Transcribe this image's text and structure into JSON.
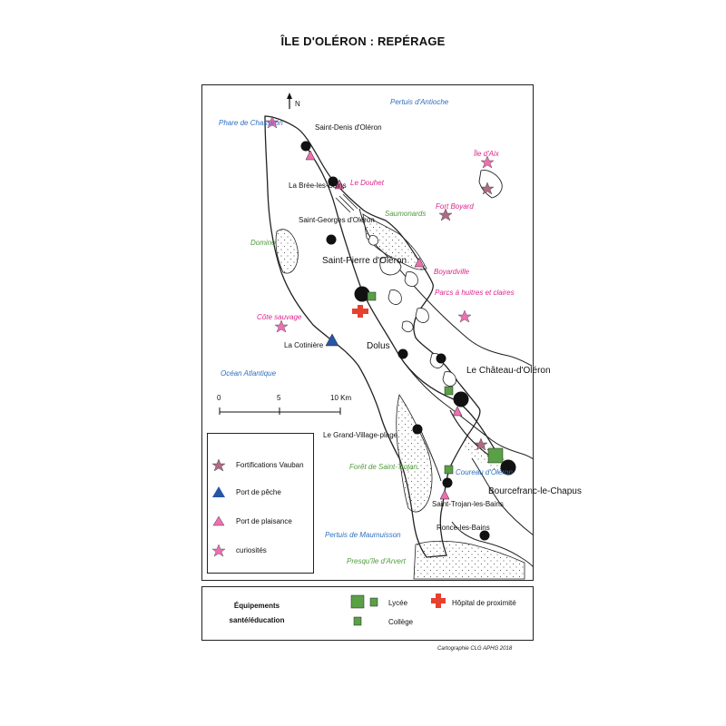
{
  "title": "ÎLE D'OLÉRON : REPÉRAGE",
  "north": "N",
  "scale": {
    "ticks": [
      "0",
      "5",
      "10 Km"
    ]
  },
  "places": {
    "saint_denis": "Saint-Denis d'Oléron",
    "la_bree": "La Brée-les-Bains",
    "saint_georges": "Saint-Georges d'Oléron",
    "saint_pierre": "Saint-Pierre d'Oléron",
    "la_cotiniere": "La Cotinière",
    "dolus": "Dolus",
    "chateau": "Le Château-d'Oléron",
    "grand_village": "Le Grand-Village-plage",
    "saint_trojan": "Saint-Trojan-les-Bains",
    "ronce": "Ronce-les-Bains",
    "bourcefranc": "Bourcefranc-le-Chapus"
  },
  "water": {
    "pertuis_antioche": "Pertuis d'Antioche",
    "phare_chassiron": "Phare de Chassiron",
    "ocean": "Océan Atlantique",
    "coureau": "Coureau d'Oléron",
    "pertuis_maumuisson": "Pertuis de Maumuisson"
  },
  "curiosities": {
    "ile_aix": "Île d'Aix",
    "le_douhet": "Le Douhet",
    "fort_boyard": "Fort Boyard",
    "boyardville": "Boyardville",
    "parcs": "Parcs à huitres et claires",
    "cote_sauvage": "Côte sauvage"
  },
  "natural": {
    "saumonards": "Saumonards",
    "domino": "Domino",
    "foret": "Forêt de Saint-Trojan",
    "presquile": "Presqu'île d'Arvert"
  },
  "legend": {
    "items": [
      "Fortifications Vauban",
      "Port de pêche",
      "Port de plaisance",
      "curiosités"
    ]
  },
  "equipment": {
    "title": "Équipements santé/éducation",
    "lycee": "Lycée",
    "college": "Collège",
    "hopital": "Hôpital de proximité"
  },
  "credit": "Cartographie CLG APHG 2018",
  "colors": {
    "blue_text": "#2f6fc0",
    "pink": "#e0238c",
    "pink_marker": "#ee6fb0",
    "green_text": "#4f9a3a",
    "green_marker": "#5aa046",
    "red_cross": "#e8402f",
    "fort_star": "#b06a86",
    "port_blue": "#2756a6"
  }
}
